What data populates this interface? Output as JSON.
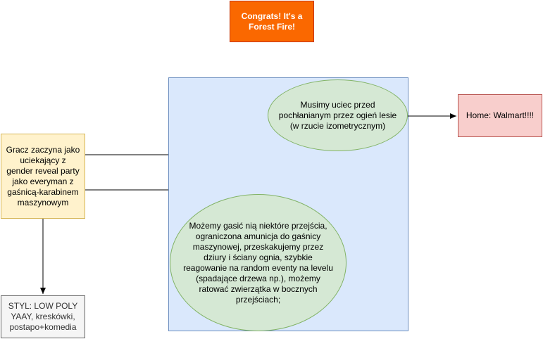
{
  "nodes": {
    "title": "Congrats! It's a Forest Fire!",
    "start": "Gracz zaczyna jako uciekający z gender reveal party jako everyman z gaśnicą-karabinem maszynowym",
    "style": "STYL: LOW POLY YAAY, kreskówki, postapo+komedia",
    "escape": "Musimy uciec przed pochłanianym przez ogień lesie (w rzucie izometrycznym)",
    "mechanics": "Możemy gasić nią niektóre przejścia, ograniczona amunicja do gaśnicy maszynowej, przeskakujemy przez dziury i ściany ognia, szybkie reagowanie na random eventy na levelu (spadające drzewa np.), możemy ratować zwierzątka w bocznych przejściach;",
    "home": "Home: Walmart!!!!"
  },
  "colors": {
    "title_fill": "#fa6800",
    "container_fill": "#dae8fc",
    "start_fill": "#fff2cc",
    "style_fill": "#f5f5f5",
    "ellipse_fill": "#d5e8d4",
    "home_fill": "#f8cecc"
  }
}
